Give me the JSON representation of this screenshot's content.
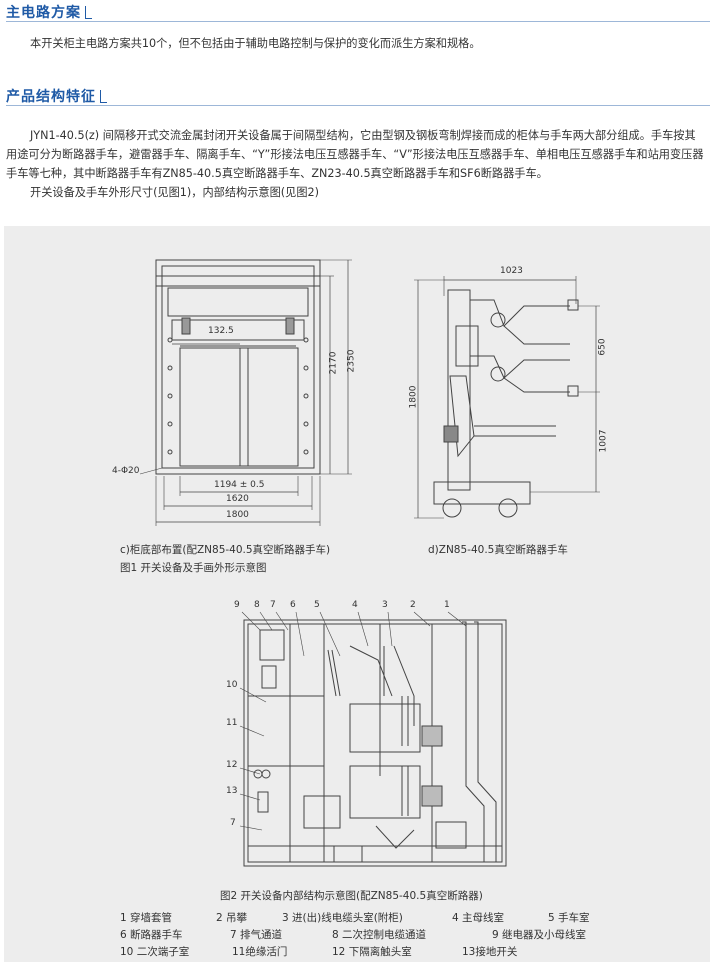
{
  "sections": [
    {
      "title": "主电路方案"
    },
    {
      "title": "产品结构特征"
    }
  ],
  "circuit_text": "本开关柜主电路方案共10个，但不包括由于辅助电路控制与保护的变化而派生方案和规格。",
  "structure_text": "JYN1-40.5(z) 间隔移开式交流金属封闭开关设备属于间隔型结构，它由型钢及钢板弯制焊接而成的柜体与手车两大部分组成。手车按其用途可分为断路器手车，避雷器手车、隔离手车、“Y”形接法电压互感器手车、“V”形接法电压互感器手车、单相电压互感器手车和站用变压器手车等七种，其中断路器手车有ZN85-40.5真空断路器手车、ZN23-40.5真空断路器手车和SF6断路器手车。",
  "ref_text": "开关设备及手车外形尺寸(见图1)，内部结构示意图(见图2)",
  "fig1": {
    "dims": {
      "d1325": "132.5",
      "d2170": "2170",
      "d2350": "2350",
      "d4phi20": "4-Φ20",
      "d1194": "1194 ± 0.5",
      "d1620": "1620",
      "d1800w": "1800",
      "d1023": "1023",
      "d650": "650",
      "d1800h": "1800",
      "d1007": "1007"
    },
    "caption_c": "c)柜底部布置(配ZN85-40.5真空断路器手车)",
    "caption_d": "d)ZN85-40.5真空断路器手车",
    "caption_fig": "图1 开关设备及手画外形示意图"
  },
  "fig2": {
    "numbers": {
      "n9": "9",
      "n8": "8",
      "n7": "7",
      "n6": "6",
      "n5": "5",
      "n4": "4",
      "n3": "3",
      "n2": "2",
      "n1": "1",
      "n10": "10",
      "n11": "11",
      "n12": "12",
      "n13": "13",
      "n7b": "7"
    },
    "caption": "图2 开关设备内部结构示意图(配ZN85-40.5真空断路器)"
  },
  "legend": [
    [
      "1 穿墙套管",
      "2 吊攀",
      "3 进(出)线电缆头室(附柜)",
      "4 主母线室",
      "5 手车室"
    ],
    [
      "6 断路器手车",
      "7 排气通道",
      "8 二次控制电缆通道",
      "9 继电器及小母线室"
    ],
    [
      "10 二次端子室",
      "11绝缘活门",
      "12 下隔离触头室",
      "13接地开关"
    ]
  ]
}
